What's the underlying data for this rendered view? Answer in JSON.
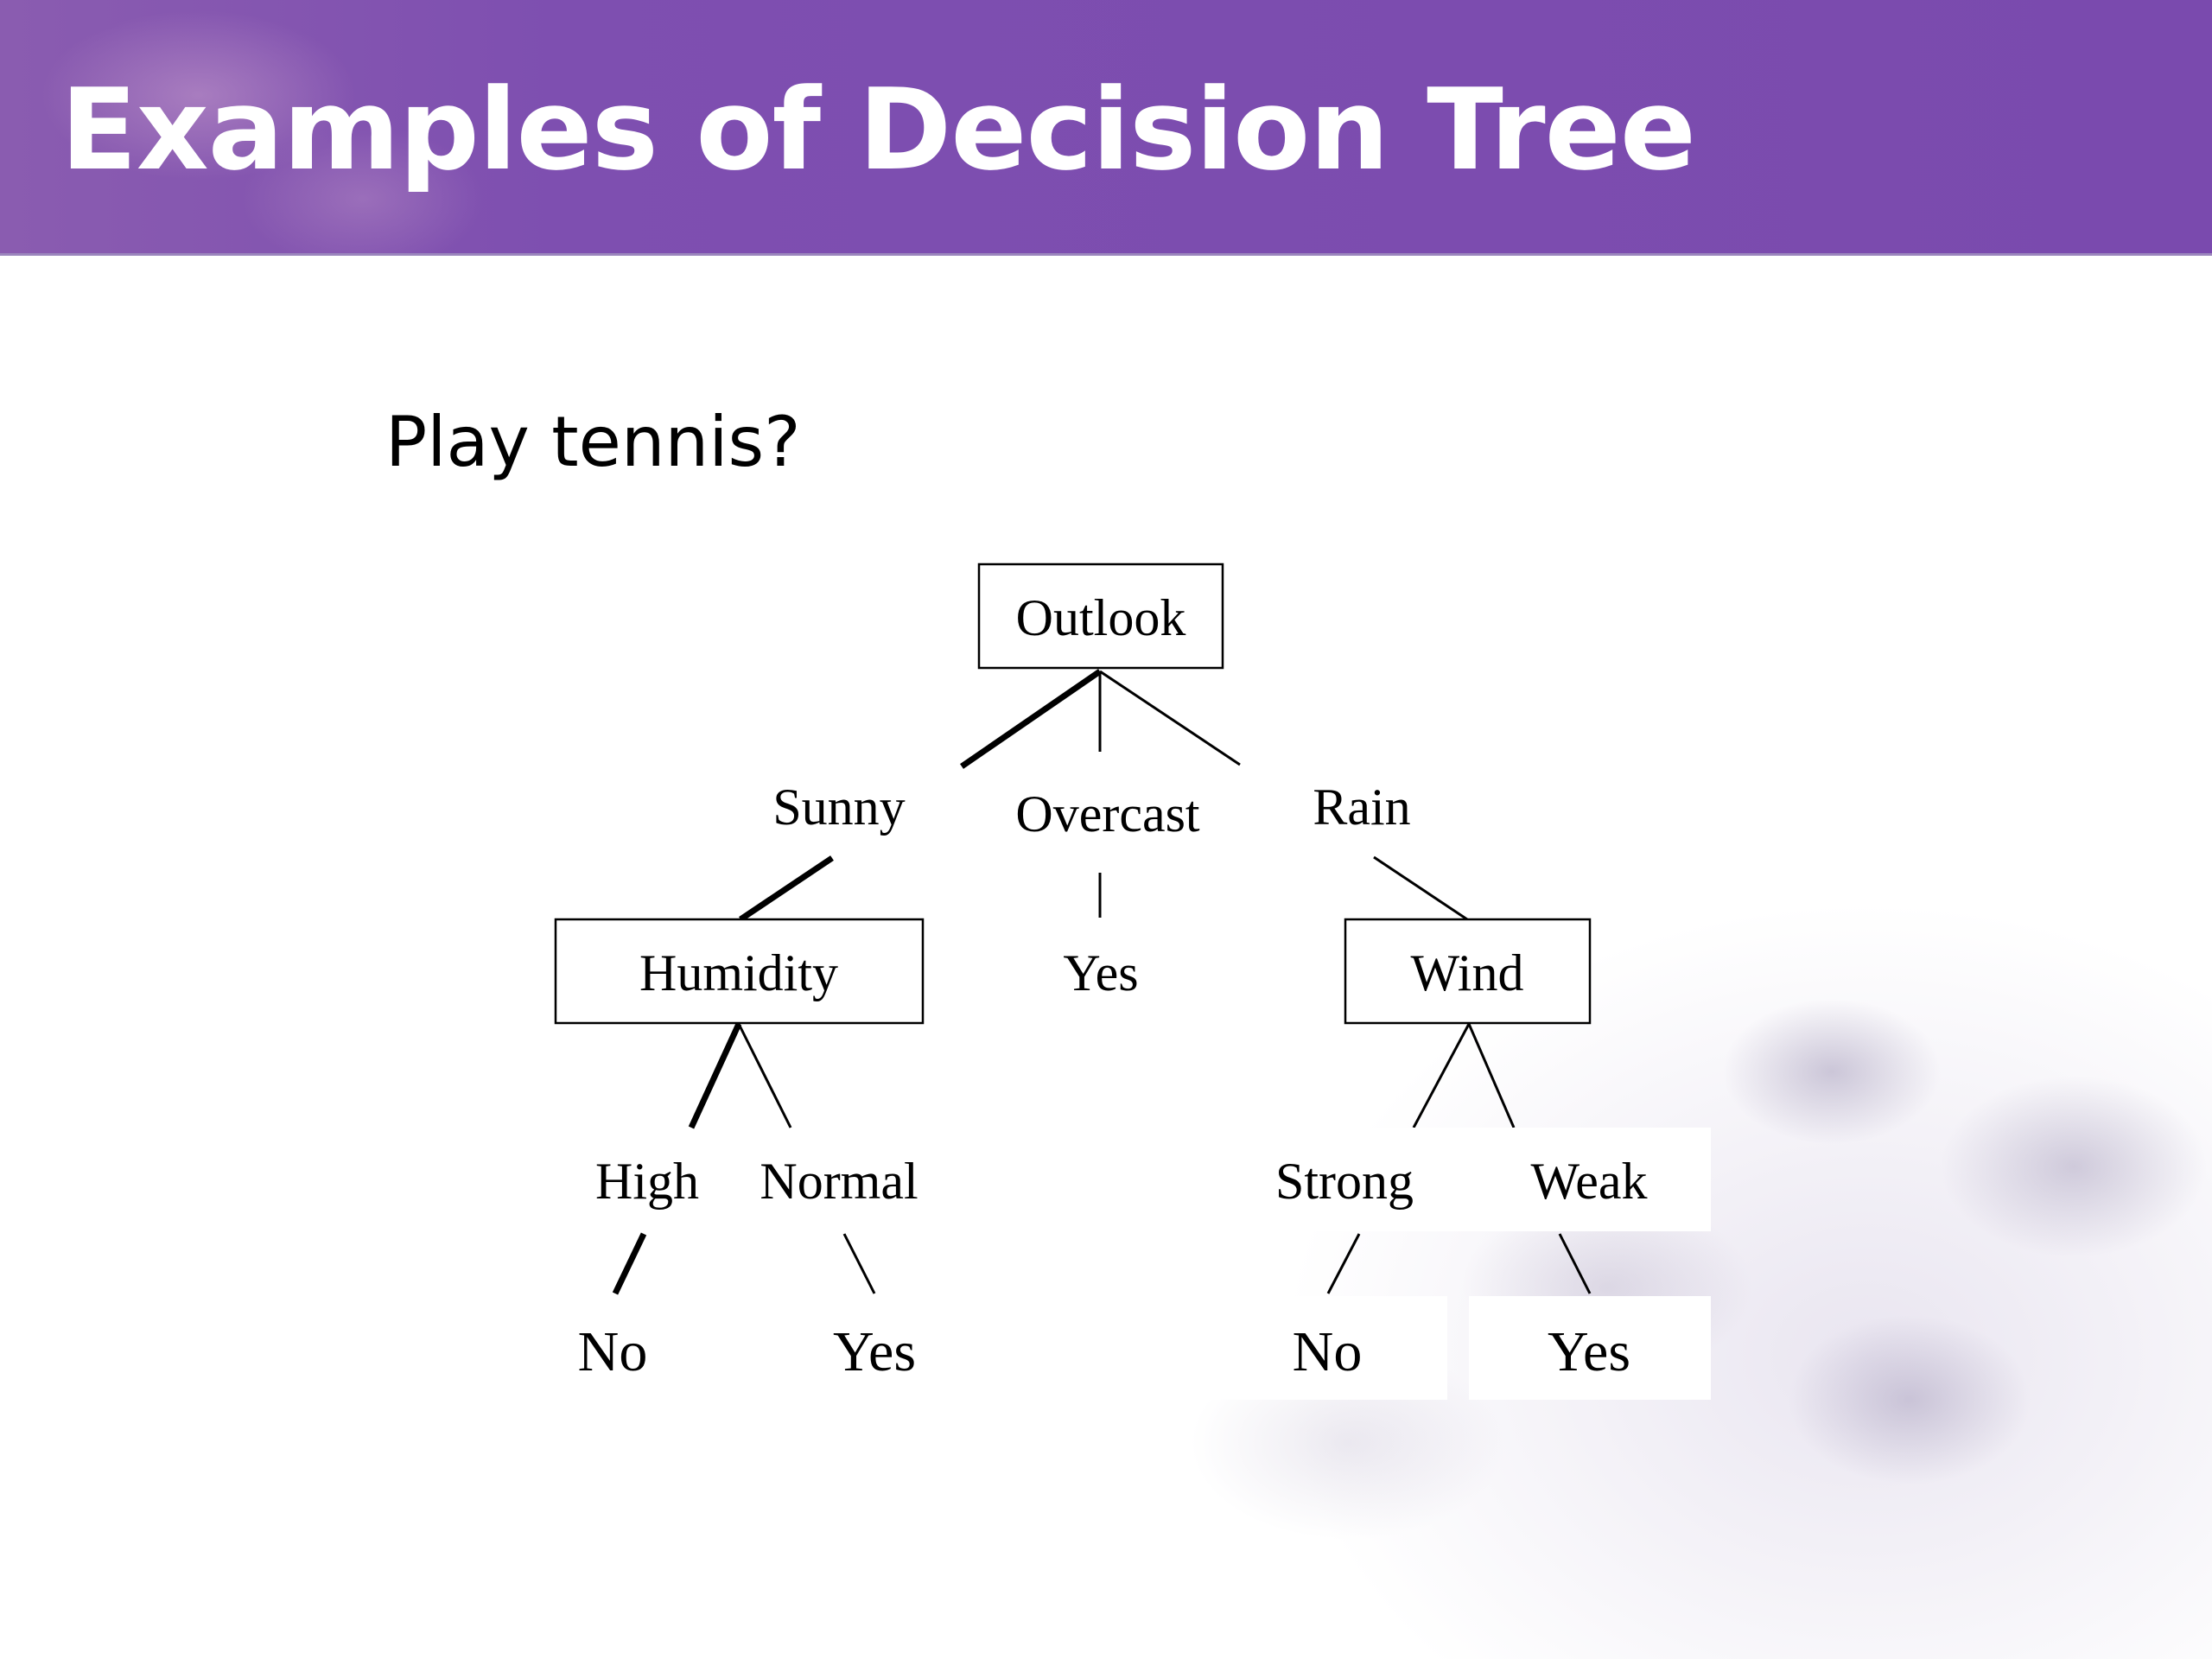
{
  "slide": {
    "title": "Examples of Decision Tree",
    "subtitle": "Play tennis?"
  },
  "tree": {
    "root": "Outlook",
    "branches": {
      "sunny": "Sunny",
      "overcast": "Overcast",
      "rain": "Rain"
    },
    "nodes": {
      "humidity": "Humidity",
      "overcast_leaf": "Yes",
      "wind": "Wind"
    },
    "humidity_branches": {
      "high": "High",
      "normal": "Normal"
    },
    "wind_branches": {
      "strong": "Strong",
      "weak": "Weak"
    },
    "leaves": {
      "high_leaf": "No",
      "normal_leaf": "Yes",
      "strong_leaf": "No",
      "weak_leaf": "Yes"
    }
  }
}
